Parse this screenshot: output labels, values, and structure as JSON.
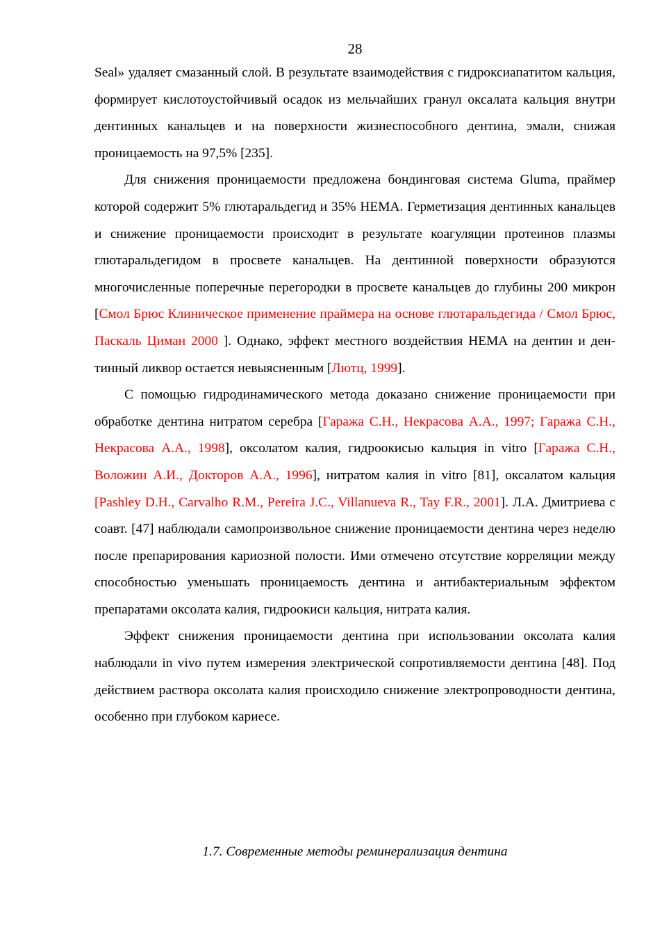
{
  "page_number": "28",
  "ref_color": "#ff0000",
  "paragraphs": [
    {
      "indent": false,
      "segments": [
        {
          "text": "Seal» удаляет смазанный слой. В результате взаимодействия с гидроксиапа­титом кальция, формирует кислотоустойчивый осадок из мельчайших гранул оксалата кальция внутри дентинных канальцев и на поверхности жизнеспо­собного дентина, эмали, снижая проницаемость на 97,5% [235].",
          "ref": false
        }
      ]
    },
    {
      "indent": true,
      "segments": [
        {
          "text": "Для снижения проницаемости предложена бондинговая система Gluma, праймер которой содержит 5% глютаральдегид и 35% НЕМА. Герметизация дентинных канальцев и снижение проницаемости происходит в результате коагуляции протеинов плазмы глютаральдегидом в просвете канальцев. На дентинной поверхности образуются многочисленные поперечные перегород­ки в просвете канальцев до глубины 200 микрон [",
          "ref": false
        },
        {
          "text": "Смол Брюс Клиническое применение праймера на основе глютаральдегида / Смол Брюс, Паскаль Ци­ман 2000 ",
          "ref": true
        },
        {
          "text": "]. Однако, эффект местного воздействия НЕМА на дентин и ден­тинный ликвор остается невыясненным [",
          "ref": false
        },
        {
          "text": "Лютц, 1999",
          "ref": true
        },
        {
          "text": "].",
          "ref": false
        }
      ]
    },
    {
      "indent": true,
      "segments": [
        {
          "text": "С помощью гидродинамического метода доказано снижение проницае­мости при обработке дентина нитратом серебра [",
          "ref": false
        },
        {
          "text": "Гаража С.Н.,  Некрасова А.А., 1997; Гаража С.Н.,  Некрасова А.А., 1998",
          "ref": true
        },
        {
          "text": "], оксолатом калия, гидрооки­сью кальция in vitro [",
          "ref": false
        },
        {
          "text": "Гаража С.Н., Воложин А.И., Докторов А.А., 1996",
          "ref": true
        },
        {
          "text": "], нит­ратом калия in vitro [81], оксалатом кальция ",
          "ref": false
        },
        {
          "text": "[Pashley D.H., Carvalho R.M., Pereira J.C., Villanueva R., Tay F.R., 2001",
          "ref": true
        },
        {
          "text": "]. Л.А. Дмитриева с соавт. [47] на­блюдали самопроизвольное снижение проницаемости дентина через неделю после препарирования кариозной полости. Ими отмечено отсутствие корре­ляции между способностью уменьшать проницаемость дентина и антибакте­риальным эффектом  препаратами оксолата калия, гидроокиси кальция, нит­рата калия.",
          "ref": false
        }
      ]
    },
    {
      "indent": true,
      "segments": [
        {
          "text": "Эффект снижения проницаемости дентина при использовании оксолата калия наблюдали in vivo путем измерения электрической сопротивляемости дентина [48].  Под действием раствора оксолата калия происходило сниже­ние электропроводности дентина, особенно при глубоком кариесе.",
          "ref": false
        }
      ]
    }
  ],
  "section_heading": "1.7. Современные методы реминерализация дентина"
}
